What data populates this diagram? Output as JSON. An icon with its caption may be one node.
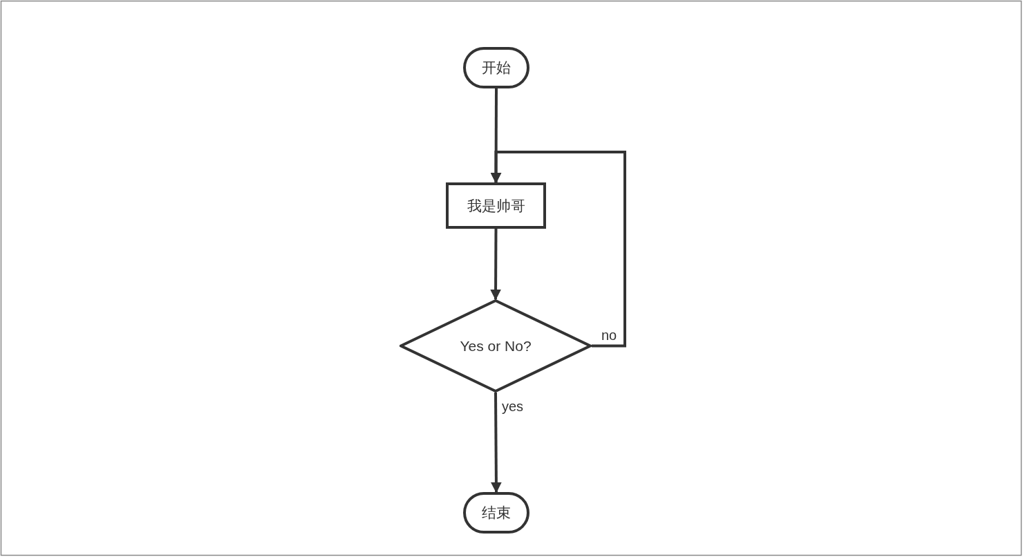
{
  "diagram": {
    "nodes": [
      {
        "text": [
          "开始"
        ]
      },
      {
        "text": [
          "我是帅哥"
        ]
      },
      {
        "text": [
          "Yes or No?"
        ]
      },
      {
        "text": [
          "结束"
        ]
      }
    ],
    "edges": [
      {
        "from": 0,
        "to": 1,
        "arrow": "to"
      },
      {
        "from": 1,
        "to": 2,
        "arrow": "to"
      },
      {
        "from": 2,
        "to": 1,
        "arrow": "to",
        "label": "no"
      },
      {
        "from": 2,
        "to": 3,
        "arrow": "to",
        "label": "yes"
      }
    ]
  }
}
